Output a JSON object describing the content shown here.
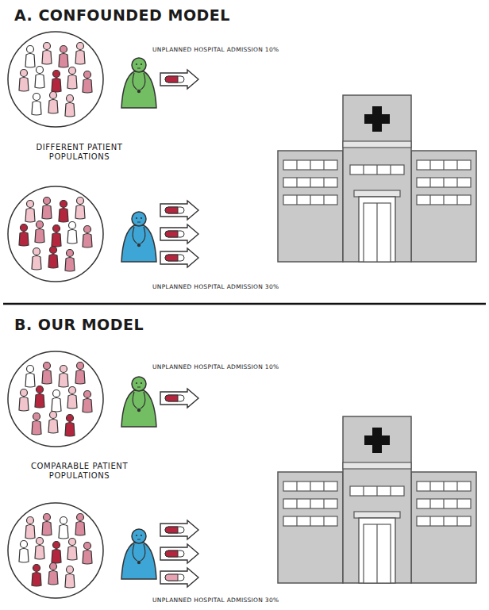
{
  "diagram": {
    "labels": [
      "A. CONFOUNDED MODEL",
      "UNPLANNED HOSPITAL ADMISSION 10%",
      "DIFFERENT PATIENT POPULATIONS",
      "UNPLANNED HOSPITAL ADMISSION 30%",
      "B. OUR MODEL",
      "UNPLANNED HOSPITAL ADMISSION 10%",
      "COMPARABLE PATIENT POPULATIONS",
      "UNPLANNED HOSPITAL ADMISSION 30%"
    ]
  }
}
